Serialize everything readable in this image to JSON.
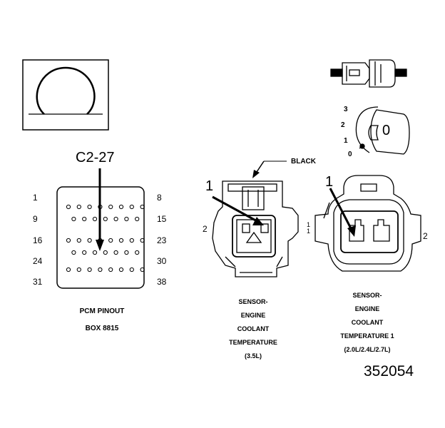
{
  "ohm_symbol": "Ω",
  "pcm": {
    "pin_callout": "C2-27",
    "row_start_labels": [
      "1",
      "9",
      "16",
      "24",
      "31"
    ],
    "row_end_labels": [
      "8",
      "15",
      "23",
      "30",
      "38"
    ],
    "caption_line1": "PCM PINOUT",
    "caption_line2": "BOX 8815"
  },
  "sensor_35": {
    "wire_color": "BLACK",
    "callout": "1",
    "side_label": "2",
    "caption": [
      "SENSOR-",
      "ENGINE",
      "COOLANT",
      "TEMPERATURE",
      "(3.5L)"
    ]
  },
  "sensor_2x": {
    "callout": "1",
    "left_label": "1",
    "right_label": "2",
    "caption": [
      "SENSOR-",
      "ENGINE",
      "COOLANT",
      "TEMPERATURE 1",
      "(2.0L/2.4L/2.7L)"
    ]
  },
  "dial": {
    "scale_labels": [
      "3",
      "2",
      "1",
      "0"
    ],
    "readout": "0"
  },
  "figure_number": "352054"
}
